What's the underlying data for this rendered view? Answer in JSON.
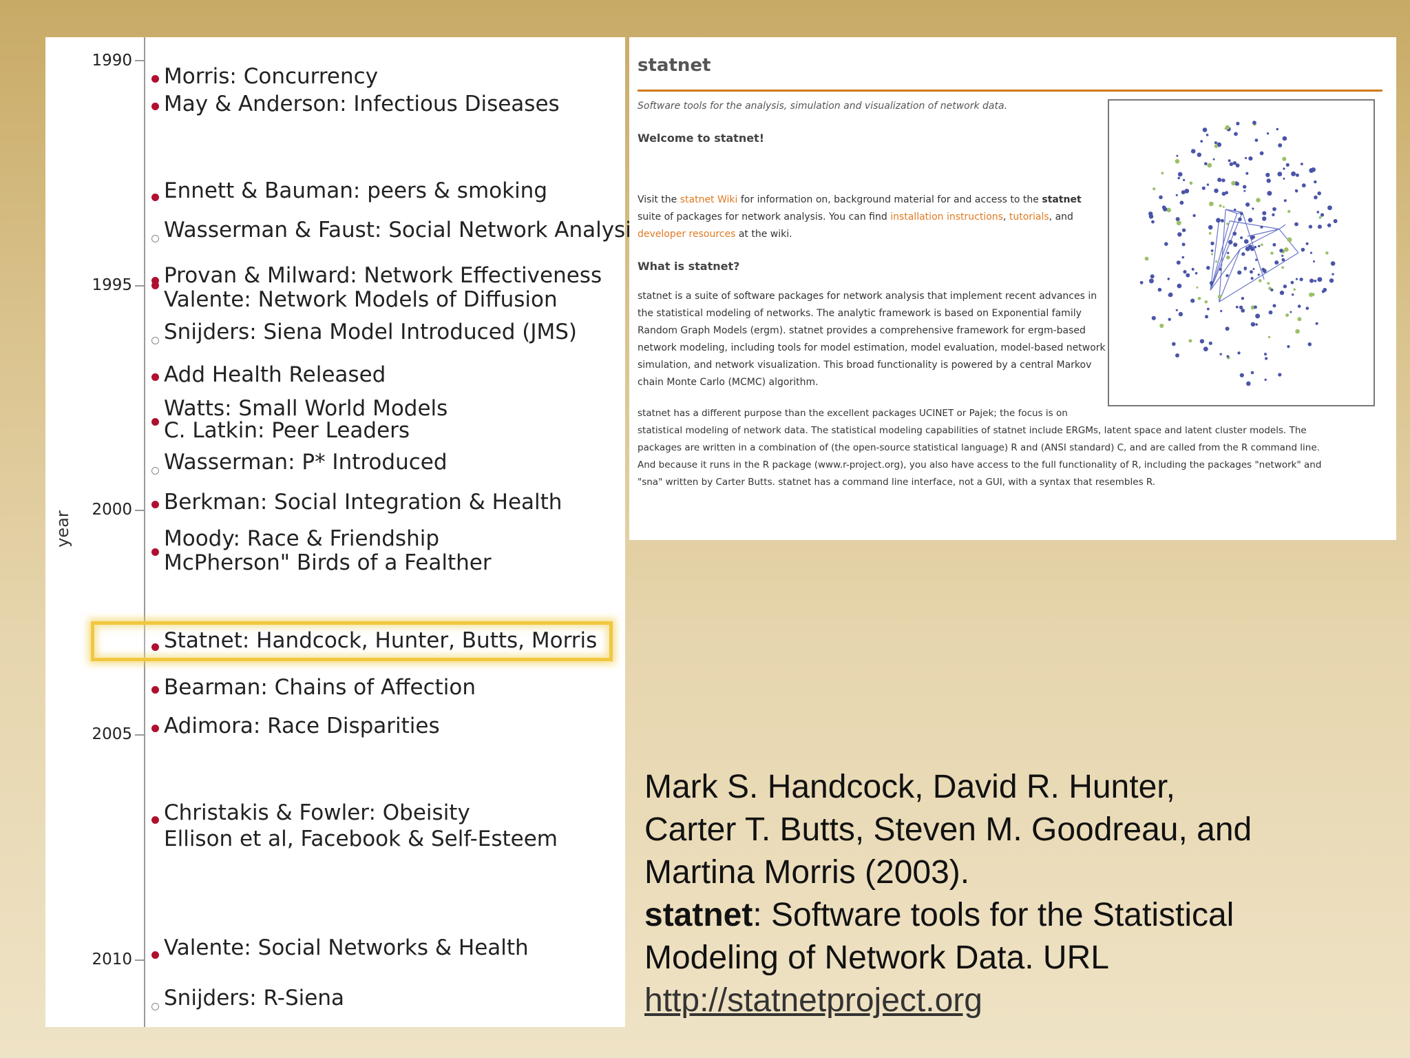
{
  "timeline": {
    "axis_title": "year",
    "years": [
      "1990",
      "1995",
      "2000",
      "2005",
      "2010"
    ],
    "events": [
      {
        "lines": [
          "Morris: Concurrency"
        ],
        "marker": "filled"
      },
      {
        "lines": [
          "May & Anderson: Infectious Diseases"
        ],
        "marker": "filled"
      },
      {
        "lines": [
          "Ennett & Bauman: peers & smoking"
        ],
        "marker": "filled"
      },
      {
        "lines": [
          "Wasserman & Faust: Social Network Analysis"
        ],
        "marker": "hollow"
      },
      {
        "lines": [
          "Provan  & Milward: Network Effectiveness",
          "Valente: Network Models of Diffusion"
        ],
        "marker": "double"
      },
      {
        "lines": [
          "Snijders: Siena Model Introduced (JMS)"
        ],
        "marker": "hollow"
      },
      {
        "lines": [
          "Add Health Released"
        ],
        "marker": "filled"
      },
      {
        "lines": [
          "Watts: Small World Models",
          "C. Latkin: Peer Leaders"
        ],
        "marker": "filled"
      },
      {
        "lines": [
          "Wasserman: P* Introduced"
        ],
        "marker": "hollow"
      },
      {
        "lines": [
          "Berkman: Social Integration & Health"
        ],
        "marker": "filled"
      },
      {
        "lines": [
          "Moody: Race & Friendship",
          "McPherson\" Birds of a Fealther"
        ],
        "marker": "filled"
      },
      {
        "lines": [
          "Statnet: Handcock, Hunter, Butts, Morris"
        ],
        "marker": "filled",
        "highlighted": true
      },
      {
        "lines": [
          "Bearman: Chains of Affection"
        ],
        "marker": "filled"
      },
      {
        "lines": [
          "Adimora: Race Disparities"
        ],
        "marker": "filled"
      },
      {
        "lines": [
          "Christakis & Fowler: Obeisity",
          "Ellison et al, Facebook & Self-Esteem"
        ],
        "marker": "filled"
      },
      {
        "lines": [
          "Valente: Social Networks & Health"
        ],
        "marker": "filled"
      },
      {
        "lines": [
          "Snijders: R-Siena"
        ],
        "marker": "hollow"
      }
    ],
    "colors": {
      "filled_marker": "#b01030",
      "highlight": "#f0c840"
    }
  },
  "webpage": {
    "title": "statnet",
    "tagline": "Software tools for the analysis, simulation and visualization of network data.",
    "welcome_heading": "Welcome to statnet!",
    "visit_text": {
      "p1": "Visit the ",
      "link1": "statnet Wiki",
      "p2": " for information on, background material for and access to the ",
      "bold1": "statnet",
      "p3": "suite of packages for network analysis. You can find ",
      "link2": "installation instructions",
      "sep": ", ",
      "link3": "tutorials",
      "p4": ", and",
      "link4": "developer resources",
      "p5": " at the wiki."
    },
    "what_heading": "What is statnet?",
    "what_lines": [
      "statnet is a suite of software packages for network analysis that implement recent advances in",
      "the statistical modeling of networks. The analytic framework is based on Exponential family",
      "Random Graph Models (ergm). statnet provides a comprehensive framework for ergm-based",
      "network modeling, including tools for model estimation, model evaluation, model-based network",
      "simulation, and network visualization. This broad functionality is powered by a central Markov",
      "chain Monte Carlo (MCMC) algorithm."
    ],
    "diff_lines": [
      "statnet has a different purpose than the excellent packages UCINET or Pajek; the focus is on",
      "statistical modeling of network data. The statistical modeling capabilities of statnet include ERGMs, latent space and latent cluster models.  The",
      "packages are written in a combination of (the open-source statistical language) R and (ANSI standard) C, and are called from the R command line.",
      "And because it runs in the R package (www.r-project.org), you also have access to the full functionality of R, including the packages \"network\" and",
      "\"sna\" written by Carter Butts.  statnet has a command line interface, not a GUI, with a syntax that resembles R."
    ],
    "accent_color": "#d07a18"
  },
  "citation": {
    "line1": "Mark S. Handcock, David R. Hunter,",
    "line2": "Carter T. Butts, Steven M. Goodreau, and",
    "line3": "Martina Morris (2003).",
    "bold": "statnet",
    "line4_rest": ": Software tools for the Statistical",
    "line5": "Modeling of Network Data. URL",
    "url": "http://statnetproject.org"
  }
}
